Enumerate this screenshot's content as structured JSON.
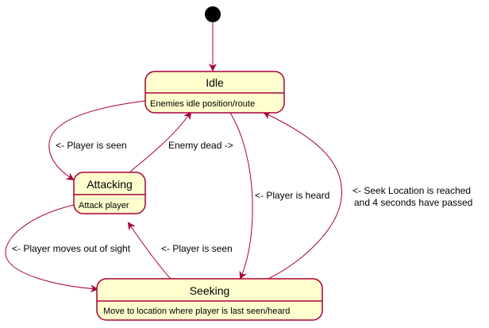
{
  "colors": {
    "state_fill": "#FEFECE",
    "state_border": "#A80036",
    "edge": "#A80036",
    "start_node": "#000000"
  },
  "states": {
    "idle": {
      "title": "Idle",
      "description": "Enemies idle position/route"
    },
    "attacking": {
      "title": "Attacking",
      "description": "Attack player"
    },
    "seeking": {
      "title": "Seeking",
      "description": "Move to location where player is last seen/heard"
    }
  },
  "transitions": {
    "idle_to_attacking": "<- Player is seen",
    "attacking_to_idle": "Enemy dead ->",
    "idle_to_seeking": "<- Player is heard",
    "seeking_to_idle_line1": "<- Seek Location is reached",
    "seeking_to_idle_line2": "and 4 seconds have passed",
    "attacking_to_seeking": "<- Player moves out of sight",
    "seeking_to_attacking": "<- Player is seen"
  }
}
